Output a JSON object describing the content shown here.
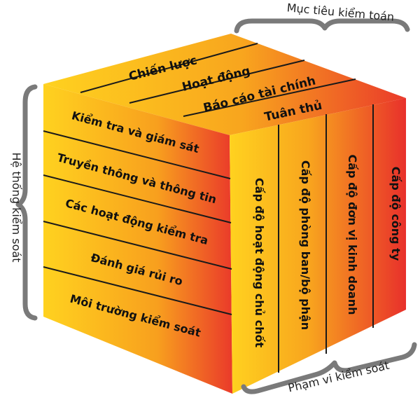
{
  "diagram": {
    "axis_labels": {
      "top": "Mục tiêu kiểm toán",
      "left": "Hệ thống kiểm soát",
      "bottom": "Phạm vi kiểm soát"
    },
    "top_face": {
      "bands": [
        "Chiến lược",
        "Hoạt động",
        "Báo cáo tài chính",
        "Tuân thủ"
      ]
    },
    "front_face": {
      "rows": [
        "Kiểm tra và giám sát",
        "Truyền thông và thông tin",
        "Các hoạt động kiểm tra",
        "Đánh giá rủi ro",
        "Môi trường kiểm soát"
      ]
    },
    "right_face": {
      "columns": [
        "Cấp độ hoạt động chủ chốt",
        "Cấp độ phòng ban/bộ phận",
        "Cấp độ đơn vị kinh doanh",
        "Cấp độ công ty"
      ]
    },
    "colors": {
      "yellow": "#ffd21f",
      "orange": "#f7961e",
      "red": "#e8302b",
      "line": "#1a1a1a",
      "bracket": "#7a7a7a"
    }
  }
}
